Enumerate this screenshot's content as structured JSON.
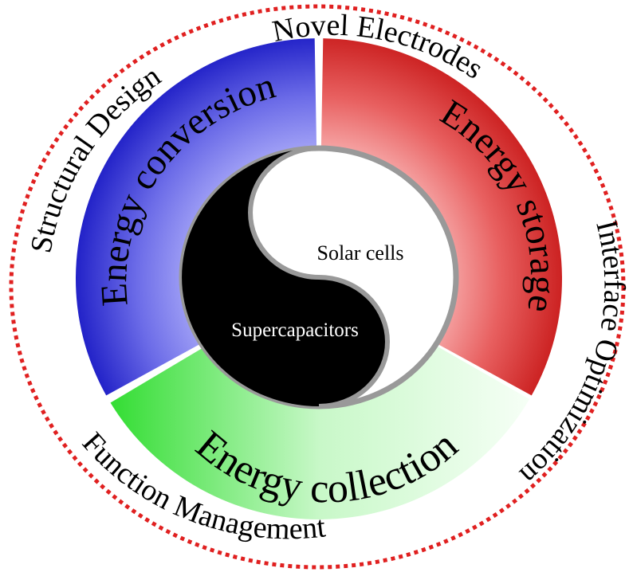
{
  "outer_labels": {
    "top": "Novel Electrodes",
    "right": "Interface Optimization",
    "bottom": "Function Management",
    "left": "Structural Design"
  },
  "segments": {
    "conversion": {
      "label": "Energy conversion",
      "color_light": "#8f8ff2",
      "color_dark": "#2222c8"
    },
    "storage": {
      "label": "Energy storage",
      "color_light": "#f48e8e",
      "color_dark": "#cc2222"
    },
    "collection": {
      "label": "Energy collection",
      "color_light": "#eaffea",
      "color_dark": "#33dd33"
    }
  },
  "yinyang": {
    "light_label": "Solar cells",
    "dark_label": "Supercapacitors",
    "mark": "-"
  },
  "colors": {
    "dotted_ring": "#e02020",
    "ring_border": "#999999",
    "dark": "#000000",
    "light": "#ffffff"
  }
}
